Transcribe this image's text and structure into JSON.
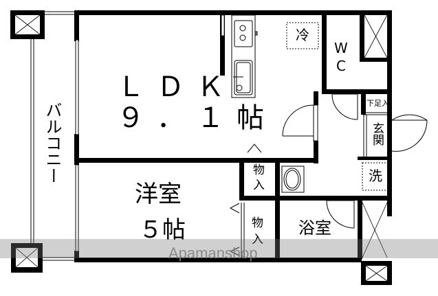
{
  "floor_plan": {
    "rooms": {
      "ldk": {
        "name": "ＬＤＫ",
        "size": "９．１帖"
      },
      "western_room": {
        "name": "洋室",
        "size": "５帖"
      },
      "balcony": {
        "name": "バルコニー"
      },
      "wc": {
        "line1": "W",
        "line2": "C"
      },
      "bath": {
        "name": "浴室"
      },
      "entrance": {
        "name": "玄関"
      },
      "shoe_box": {
        "name": "下足入"
      },
      "storage_1": {
        "line1": "物",
        "line2": "入"
      },
      "storage_2": {
        "line1": "物",
        "line2": "入"
      },
      "fridge": {
        "name": "冷"
      },
      "washer": {
        "name": "洗"
      }
    },
    "watermark": "Apamanshop",
    "colors": {
      "wall": "#000000",
      "background": "#ffffff",
      "watermark": "#808080"
    }
  }
}
